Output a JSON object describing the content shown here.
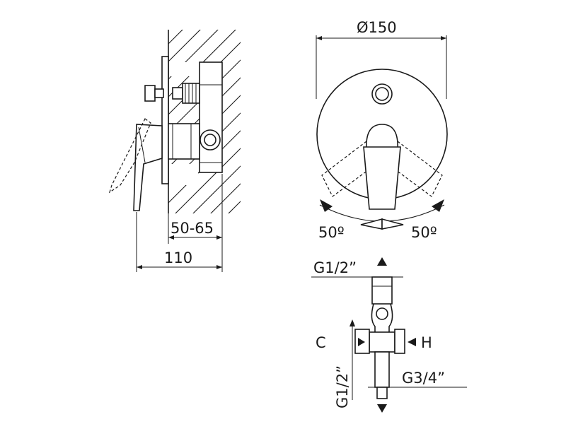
{
  "side_view": {
    "depth_dimension": "50-65",
    "total_dimension": "110"
  },
  "front_view": {
    "diameter": "Ø150",
    "rotation_left": "50º",
    "rotation_right": "50º"
  },
  "connection_view": {
    "top_thread": "G1/2”",
    "bottom_thread_vertical": "G1/2”",
    "bottom_right_thread": "G3/4”",
    "cold_label": "C",
    "hot_label": "H"
  }
}
